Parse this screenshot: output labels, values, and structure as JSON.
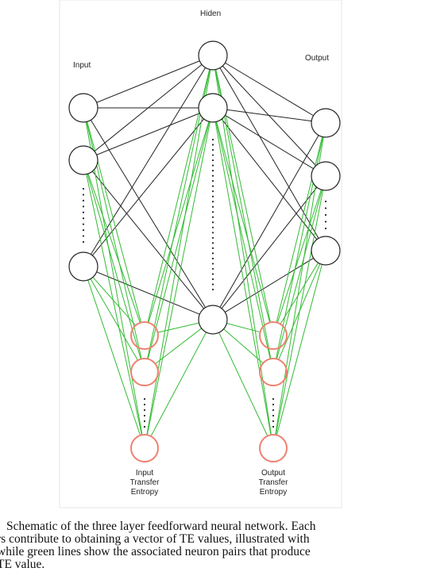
{
  "labels": {
    "input": "Input",
    "hidden": "Hiden",
    "output": "Output",
    "input_te": [
      "Input",
      "Transfer",
      "Entropy"
    ],
    "output_te": [
      "Output",
      "Transfer",
      "Entropy"
    ]
  },
  "caption_lines": [
    "Schematic of the three layer feedforward neural network. Each",
    "rs contribute to obtaining a vector of TE values, illustrated with",
    " while green lines show the associated neuron pairs that produce",
    "TE value."
  ],
  "colors": {
    "neuron_stroke": "#222222",
    "connection": "#222222",
    "te_link": "#33bb33",
    "te_node": "#f08070"
  }
}
